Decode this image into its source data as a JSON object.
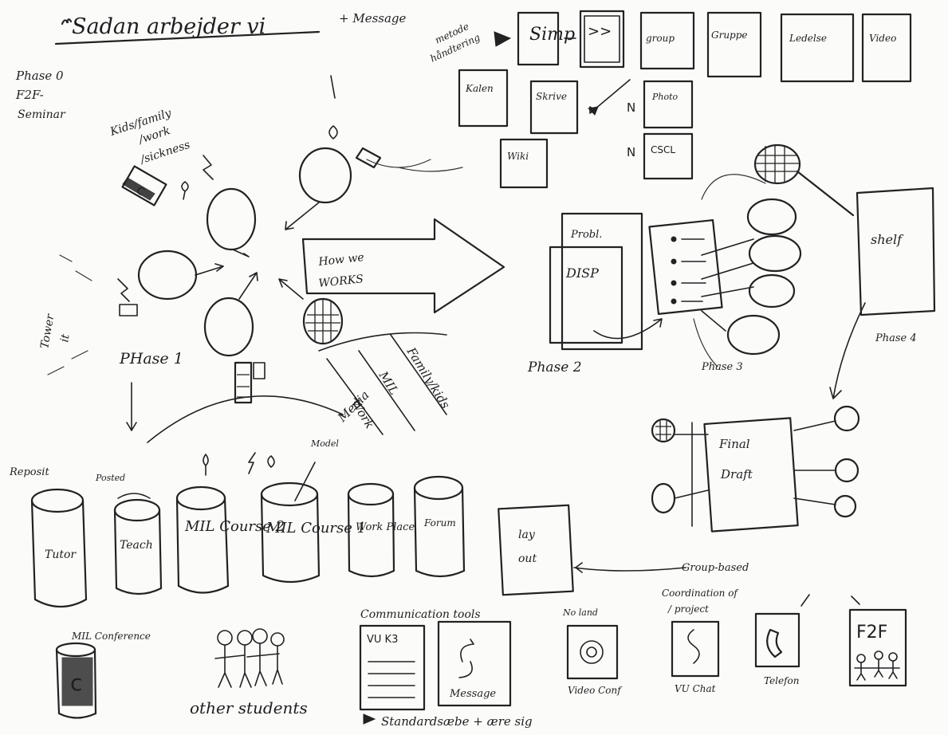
{
  "title": "Sadan arbejder vi",
  "title_suffix": "+ Message",
  "phase0": {
    "line1": "Phase 0",
    "line2": "F2F-",
    "line3": "Seminar"
  },
  "kids_text": [
    "Kids/family",
    "/work",
    "/sickness"
  ],
  "tower_text": [
    "Tower",
    "it"
  ],
  "phase_labels": {
    "p1": "PHase 1",
    "p2": "Phase 2",
    "p3": "Phase 3",
    "p4": "Phase 4"
  },
  "arrow_text": [
    "How we",
    "WORKS"
  ],
  "diag_labels": [
    "Work",
    "MIL",
    "Family/kids"
  ],
  "media_label": "Media",
  "method_text": [
    "metode",
    "håndtering"
  ],
  "top_tiles": [
    "Simp",
    ">>",
    "group",
    "Gruppe",
    "Ledelse",
    "Video"
  ],
  "second_row": [
    "Kalen",
    "Skrive",
    "Photo",
    "Wiki",
    "CSCL"
  ],
  "n_marks": [
    "N",
    "N"
  ],
  "phase2": {
    "prob": "Probl.",
    "disp": "DISP"
  },
  "shelf_label": "shelf",
  "final_draft": [
    "Final",
    "Draft"
  ],
  "cylinders": [
    "Tutor",
    "Teach",
    "MIL Course 2",
    "MIL Course 1",
    "Work Place",
    "Forum"
  ],
  "cyl_pre": [
    "Reposit",
    "Posted",
    "Model"
  ],
  "lay_out": [
    "lay",
    "out"
  ],
  "comm_tools": "Communication tools",
  "group_coord": [
    "Group-based",
    "Coordination of",
    "/ project"
  ],
  "no_land": "No land",
  "mil_conference": "MIL Conference",
  "other_students": "other students",
  "bottom_line": "Standardsæbe + ære sig",
  "bottom_icons": [
    "Message",
    "Video Conf",
    "VU Chat",
    "Telefon",
    "F2F"
  ],
  "vu_mark": "VU K3"
}
